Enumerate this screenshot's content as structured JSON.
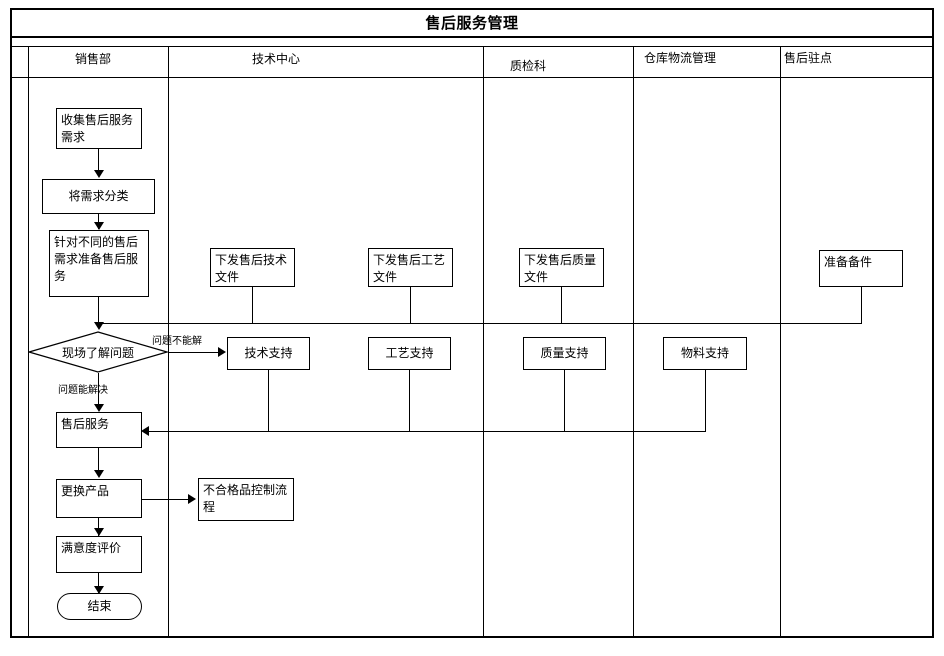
{
  "chart_data": {
    "type": "diagram",
    "diagram_kind": "swimlane-flowchart",
    "title": "售后服务管理",
    "lanes": [
      "销售部",
      "技术中心",
      "质检科",
      "仓库物流管理",
      "售后驻点"
    ],
    "nodes": [
      {
        "id": "n1",
        "label": "收集售后服务需求",
        "shape": "process",
        "lane": "销售部"
      },
      {
        "id": "n2",
        "label": "将需求分类",
        "shape": "process",
        "lane": "销售部"
      },
      {
        "id": "n3",
        "label": "针对不同的售后需求准备售后服务",
        "shape": "process",
        "lane": "销售部"
      },
      {
        "id": "n4",
        "label": "现场了解问题",
        "shape": "decision",
        "lane": "销售部"
      },
      {
        "id": "n5",
        "label": "售后服务",
        "shape": "process",
        "lane": "销售部"
      },
      {
        "id": "n6",
        "label": "更换产品",
        "shape": "process",
        "lane": "销售部"
      },
      {
        "id": "n7",
        "label": "满意度评价",
        "shape": "process",
        "lane": "销售部"
      },
      {
        "id": "n8",
        "label": "结束",
        "shape": "terminator",
        "lane": "销售部"
      },
      {
        "id": "n9",
        "label": "下发售后技术文件",
        "shape": "process",
        "lane": "技术中心"
      },
      {
        "id": "n10",
        "label": "技术支持",
        "shape": "process",
        "lane": "技术中心"
      },
      {
        "id": "n11",
        "label": "下发售后工艺文件",
        "shape": "process",
        "lane": "技术中心"
      },
      {
        "id": "n12",
        "label": "工艺支持",
        "shape": "process",
        "lane": "技术中心"
      },
      {
        "id": "n13",
        "label": "不合格品控制流程",
        "shape": "process",
        "lane": "技术中心"
      },
      {
        "id": "n14",
        "label": "下发售后质量文件",
        "shape": "process",
        "lane": "质检科"
      },
      {
        "id": "n15",
        "label": "质量支持",
        "shape": "process",
        "lane": "质检科"
      },
      {
        "id": "n16",
        "label": "物料支持",
        "shape": "process",
        "lane": "仓库物流管理"
      },
      {
        "id": "n17",
        "label": "准备备件",
        "shape": "process",
        "lane": "售后驻点"
      }
    ],
    "edges": [
      {
        "from": "n1",
        "to": "n2",
        "label": ""
      },
      {
        "from": "n2",
        "to": "n3",
        "label": ""
      },
      {
        "from": "n3",
        "to": "n4",
        "label": ""
      },
      {
        "from": "n4",
        "to": "n10",
        "label": "问题不能解"
      },
      {
        "from": "n4",
        "to": "n5",
        "label": "问题能解决"
      },
      {
        "from": "n5",
        "to": "n6",
        "label": ""
      },
      {
        "from": "n6",
        "to": "n13",
        "label": ""
      },
      {
        "from": "n6",
        "to": "n7",
        "label": ""
      },
      {
        "from": "n7",
        "to": "n8",
        "label": ""
      },
      {
        "from": "n9",
        "to": "n10",
        "label": ""
      },
      {
        "from": "n11",
        "to": "n12",
        "label": ""
      },
      {
        "from": "n14",
        "to": "n15",
        "label": ""
      },
      {
        "from": "n17",
        "to": "n16",
        "label": ""
      },
      {
        "from": "n10",
        "to": "n5",
        "label": ""
      },
      {
        "from": "n12",
        "to": "n5",
        "label": ""
      },
      {
        "from": "n15",
        "to": "n5",
        "label": ""
      },
      {
        "from": "n16",
        "to": "n5",
        "label": ""
      }
    ],
    "colors": {
      "line": "#000000",
      "fill": "#ffffff",
      "text": "#000000"
    }
  },
  "header": {
    "title": "售后服务管理"
  },
  "lanes": {
    "sales": {
      "label": "销售部"
    },
    "tech": {
      "label": "技术中心"
    },
    "quality": {
      "label": "质检科"
    },
    "warehouse": {
      "label": "仓库物流管理"
    },
    "station": {
      "label": "售后驻点"
    }
  },
  "nodes": {
    "collect_demand": {
      "label": "收集售后服务需求"
    },
    "classify_demand": {
      "label": "将需求分类"
    },
    "prepare_service": {
      "label": "针对不同的售后需求准备售后服务"
    },
    "onsite_decision": {
      "label": "现场了解问题"
    },
    "after_sale": {
      "label": "售后服务"
    },
    "replace_product": {
      "label": "更换产品"
    },
    "satisfaction": {
      "label": "满意度评价"
    },
    "end": {
      "label": "结束"
    },
    "tech_doc": {
      "label": "下发售后技术文件"
    },
    "tech_support": {
      "label": "技术支持"
    },
    "process_doc": {
      "label": "下发售后工艺文件"
    },
    "process_support": {
      "label": "工艺支持"
    },
    "nonconforming": {
      "label": "不合格品控制流程"
    },
    "quality_doc": {
      "label": "下发售后质量文件"
    },
    "quality_support": {
      "label": "质量支持"
    },
    "material_support": {
      "label": "物料支持"
    },
    "prepare_parts": {
      "label": "准备备件"
    }
  },
  "edge_labels": {
    "cannot_solve": "问题不能解",
    "can_solve": "问题能解决"
  }
}
